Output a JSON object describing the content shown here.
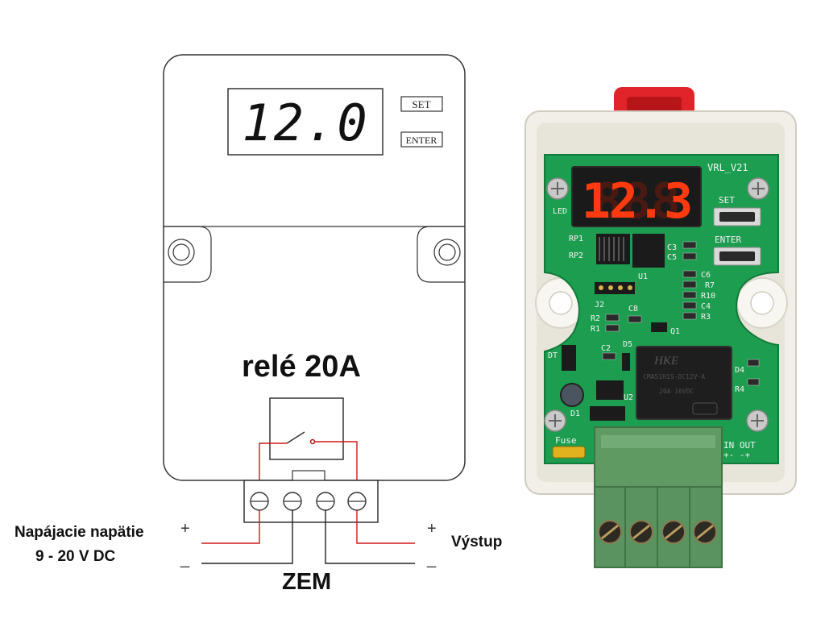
{
  "diagram": {
    "display_value": "12.0",
    "buttons": {
      "set": "SET",
      "enter": "ENTER"
    },
    "relay_title": "relé 20A",
    "supply_label": {
      "line1": "Napájacie napätie",
      "line2": "9 - 20 V DC"
    },
    "output_label": "Výstup",
    "ground_label": "ZEM",
    "polarity": {
      "plus": "+",
      "minus": "_"
    }
  },
  "board": {
    "version": "VRL_V21",
    "display_value": "12.3",
    "labels": {
      "led": "LED",
      "set": "SET",
      "enter": "ENTER",
      "rp1": "RP1",
      "rp2": "RP2",
      "c3": "C3",
      "c5": "C5",
      "c6": "C6",
      "c4": "C4",
      "c8": "C8",
      "c2": "C2",
      "r7": "R7",
      "r10": "R10",
      "r3": "R3",
      "r2": "R2",
      "r1": "R1",
      "r4": "R4",
      "u1": "U1",
      "u2": "U2",
      "j2": "J2",
      "q1": "Q1",
      "d5": "D5",
      "d4": "D4",
      "d1": "D1",
      "dt": "DT",
      "fuse": "Fuse",
      "in_out": "IN OUT",
      "terminal_polarity": "+- -+"
    },
    "relay": {
      "brand": "HKE",
      "model": "CMA51H1S-DC12V-A",
      "rating": "20A 16VDC"
    },
    "colors": {
      "pcb": "#1d9d4f",
      "segment": "#ff3a10",
      "terminal": "#5f9a62",
      "enclosure": "#f1efe8",
      "tab": "#e0242a",
      "relay": "#1e1e1e"
    }
  },
  "wire_colors": {
    "positive": "#d01818",
    "negative": "#222222"
  }
}
